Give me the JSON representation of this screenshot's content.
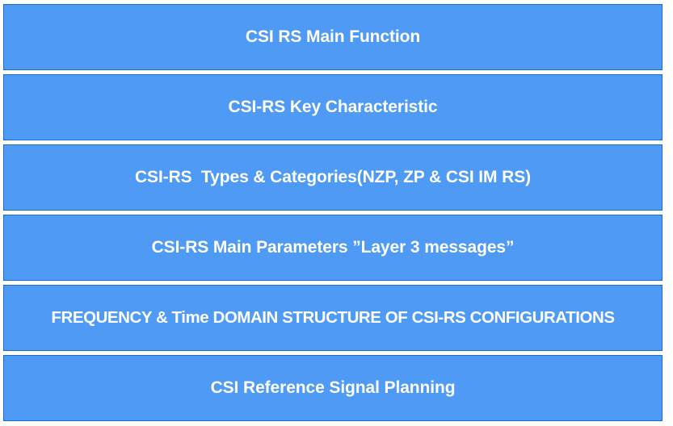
{
  "agenda": {
    "background_color": "#ffffff",
    "item_fill_color": "#4e9af4",
    "item_border_color": "#1b6ed0",
    "item_text_color": "#ffffff",
    "items": [
      {
        "label": "CSI RS Main Function"
      },
      {
        "label": "CSI-RS Key Characteristic"
      },
      {
        "label": "CSI-RS  Types & Categories(NZP, ZP & CSI IM RS)"
      },
      {
        "label": "CSI-RS Main Parameters ”Layer 3 messages”"
      },
      {
        "label": "FREQUENCY & Time DOMAIN STRUCTURE OF CSI-RS CONFIGURATIONS"
      },
      {
        "label": "CSI Reference Signal Planning"
      }
    ]
  }
}
